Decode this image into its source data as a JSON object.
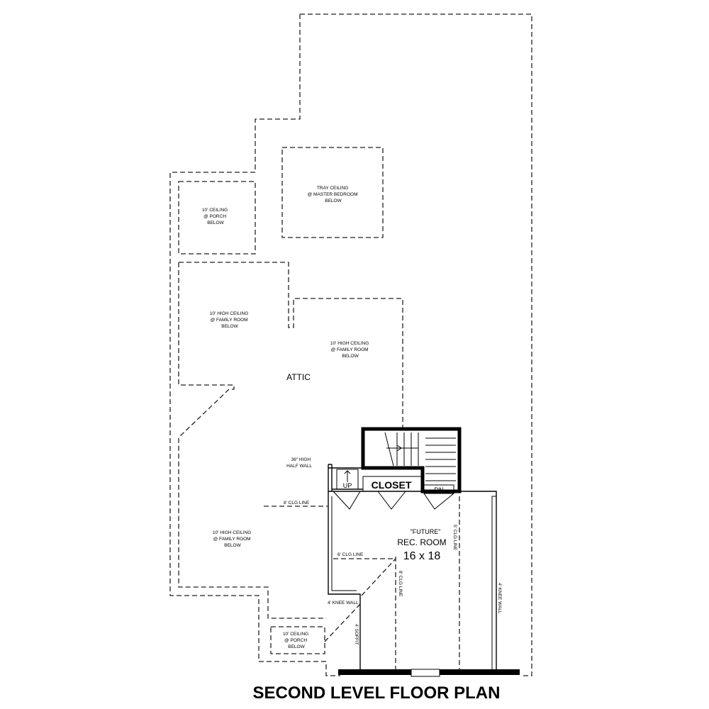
{
  "title": "SECOND LEVEL FLOOR PLAN",
  "rooms": {
    "attic": "ATTIC",
    "closet": "CLOSET",
    "rec_room_future": "\"FUTURE\"",
    "rec_room_name": "REC. ROOM",
    "rec_room_size": "16 x 18"
  },
  "stairs": {
    "up": "UP",
    "down": "DN"
  },
  "notes": {
    "tray_ceiling": [
      "TRAY CEILING",
      "@ MASTER BEDROOM",
      "BELOW"
    ],
    "porch_top": [
      "10' CEILING",
      "@ PORCH",
      "BELOW"
    ],
    "family_left": [
      "10' HIGH CEILING",
      "@ FAMILY ROOM",
      "BELOW"
    ],
    "family_center": [
      "10' HIGH CEILING",
      "@ FAMILY ROOM",
      "BELOW"
    ],
    "family_bottom": [
      "10' HIGH CEILING",
      "@ FAMILY ROOM",
      "BELOW"
    ],
    "porch_bottom": [
      "10' CEILING",
      "@ PORCH",
      "BELOW"
    ],
    "half_wall": [
      "36\" HIGH",
      "HALF WALL"
    ],
    "clg_line_8": "8' CLG LINE",
    "clg_line_6": "6' CLG LINE",
    "clg_line_5": "5' CLG LINE",
    "clg_line_8_vertical": "8' CLG LINE",
    "knee_wall_4": "4' KNEE WALL",
    "knee_wall_right": "4' KNEE WALL",
    "soffit": "4' SOFFIT"
  }
}
